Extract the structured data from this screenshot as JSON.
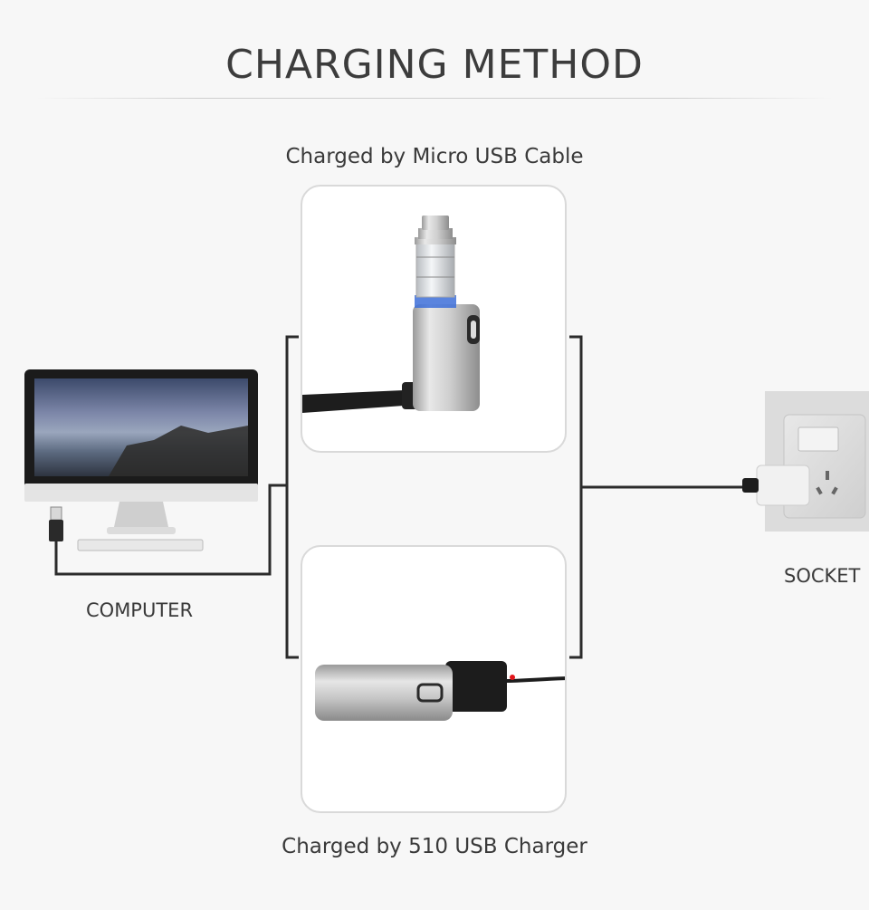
{
  "title": "CHARGING METHOD",
  "methods": {
    "top_caption": "Charged by Micro USB Cable",
    "bottom_caption": "Charged by 510 USB Charger"
  },
  "devices": {
    "computer_label": "COMPUTER",
    "socket_label": "SOCKET"
  },
  "colors": {
    "wire": "#2b2b2b",
    "panel_border": "#d9d9d9",
    "background": "#f7f7f7",
    "charger_led": "#e3161b"
  }
}
